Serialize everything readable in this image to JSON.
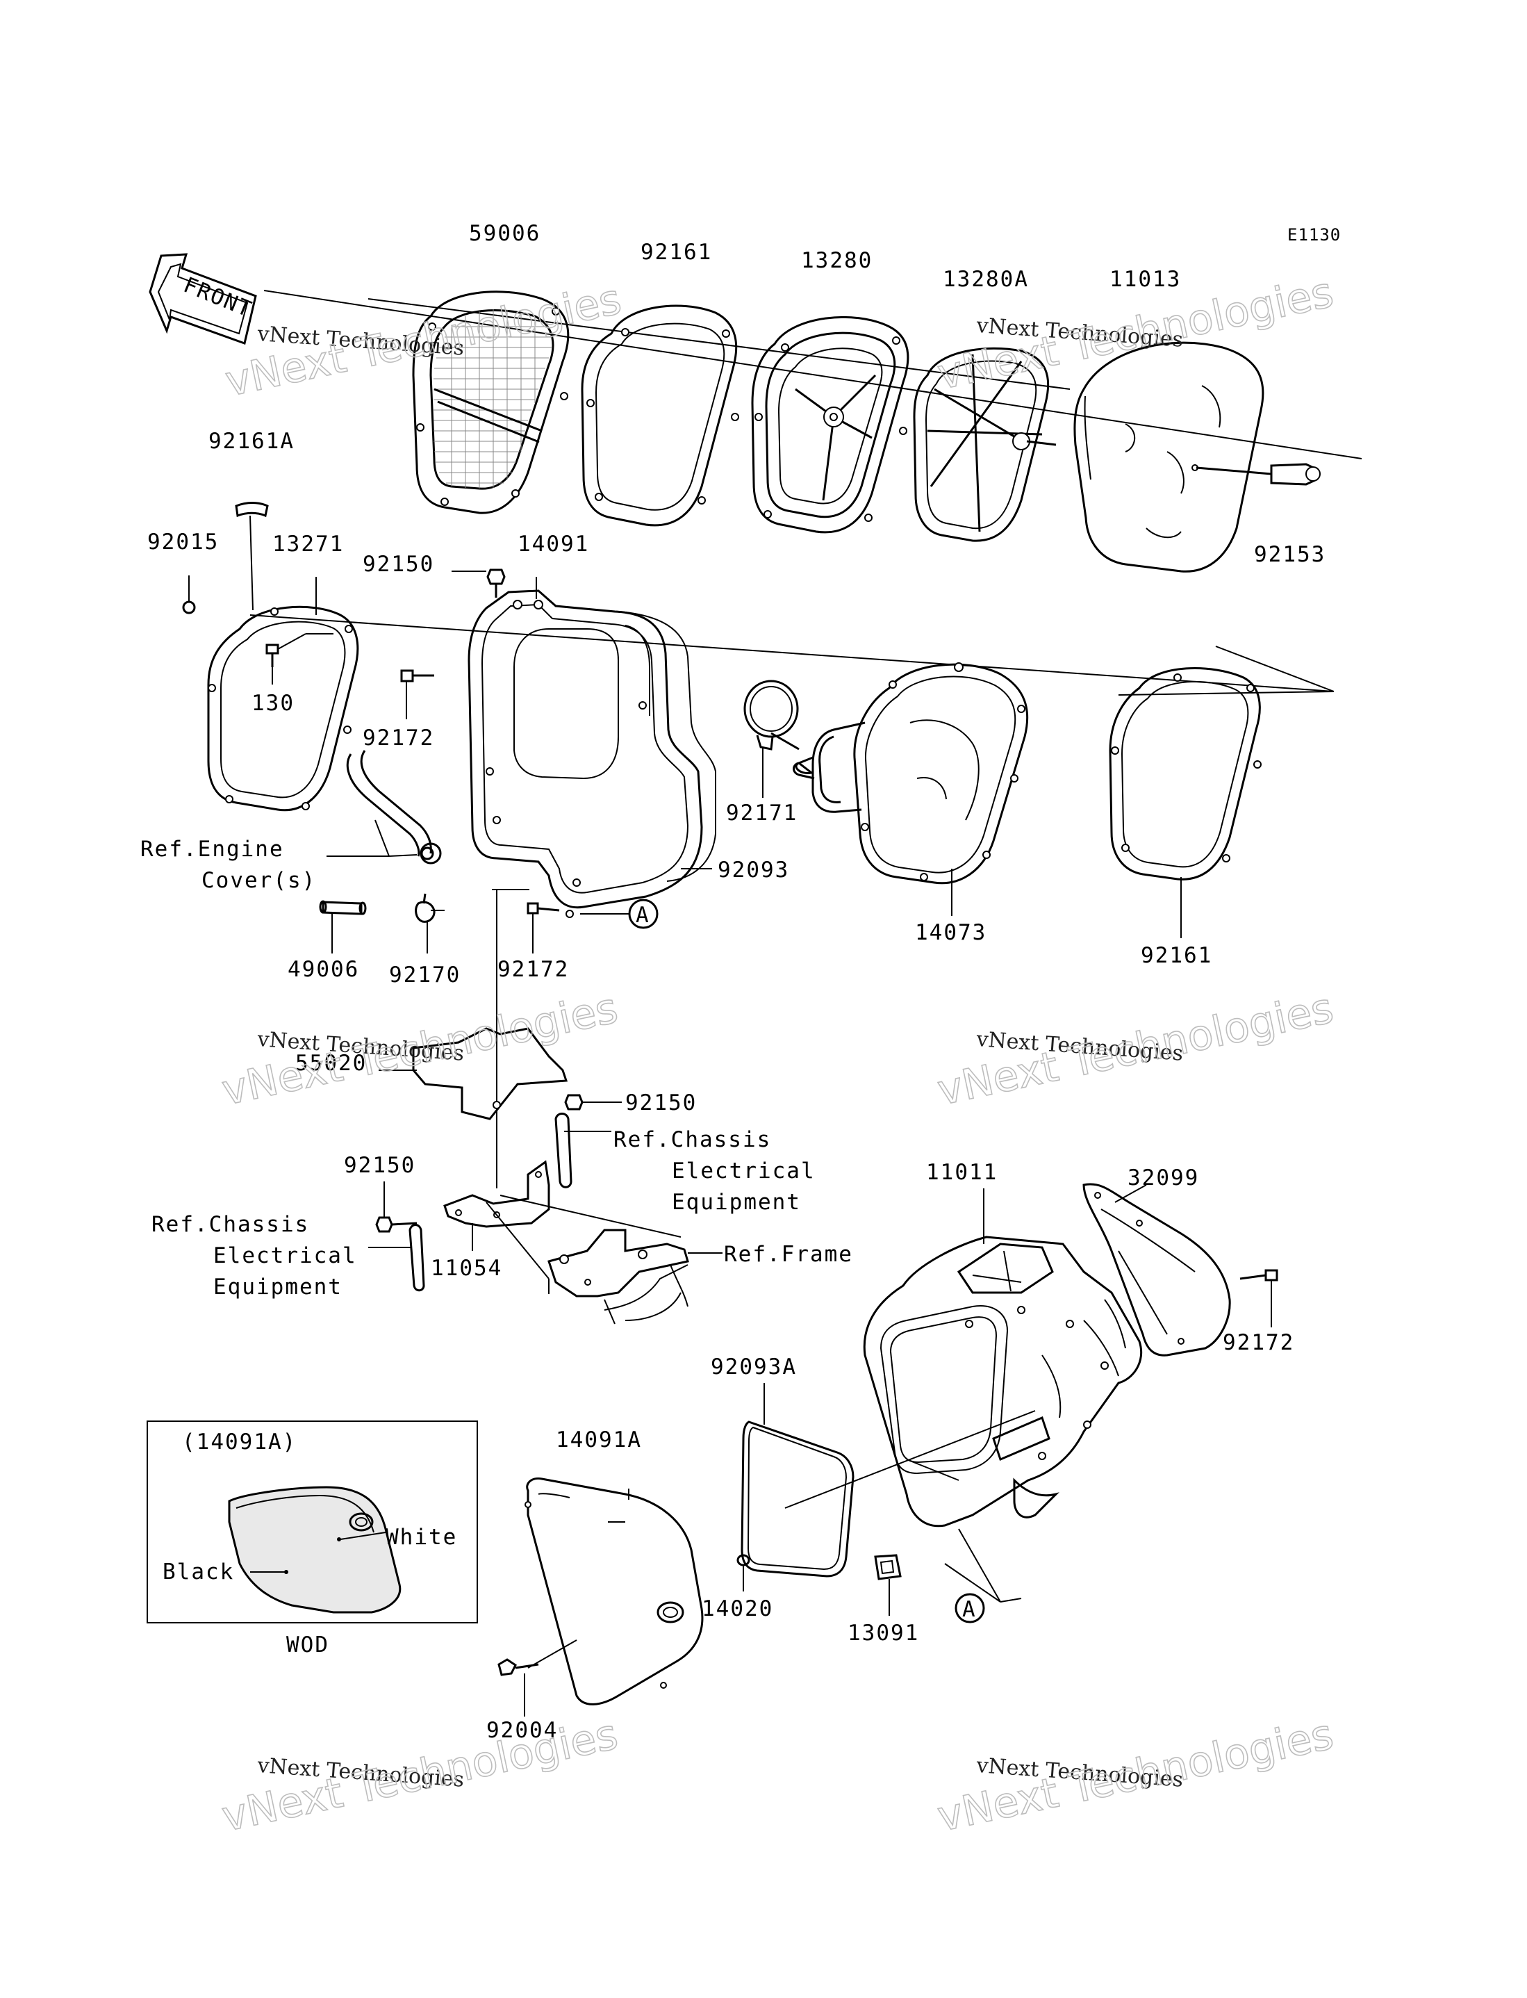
{
  "diagram_code": "E1130",
  "front_arrow_label": "FRONT",
  "parts": [
    {
      "id": "59006",
      "label": "59006"
    },
    {
      "id": "92161",
      "label": "92161"
    },
    {
      "id": "13280",
      "label": "13280"
    },
    {
      "id": "13280A",
      "label": "13280A"
    },
    {
      "id": "11013",
      "label": "11013"
    },
    {
      "id": "92153",
      "label": "92153"
    },
    {
      "id": "92161A",
      "label": "92161A"
    },
    {
      "id": "92015",
      "label": "92015"
    },
    {
      "id": "13271",
      "label": "13271"
    },
    {
      "id": "92150",
      "label": "92150"
    },
    {
      "id": "14091",
      "label": "14091"
    },
    {
      "id": "130",
      "label": "130"
    },
    {
      "id": "92172",
      "label": "92172"
    },
    {
      "id": "92171",
      "label": "92171"
    },
    {
      "id": "92093",
      "label": "92093"
    },
    {
      "id": "14073",
      "label": "14073"
    },
    {
      "id": "92161_b",
      "label": "92161"
    },
    {
      "id": "49006",
      "label": "49006"
    },
    {
      "id": "92170",
      "label": "92170"
    },
    {
      "id": "92172_b",
      "label": "92172"
    },
    {
      "id": "55020",
      "label": "55020"
    },
    {
      "id": "92150_b",
      "label": "92150"
    },
    {
      "id": "92150_c",
      "label": "92150"
    },
    {
      "id": "11054",
      "label": "11054"
    },
    {
      "id": "11011",
      "label": "11011"
    },
    {
      "id": "32099",
      "label": "32099"
    },
    {
      "id": "92172_c",
      "label": "92172"
    },
    {
      "id": "92093A",
      "label": "92093A"
    },
    {
      "id": "14091A",
      "label": "14091A"
    },
    {
      "id": "14020",
      "label": "14020"
    },
    {
      "id": "13091",
      "label": "13091"
    },
    {
      "id": "92004",
      "label": "92004"
    }
  ],
  "references": {
    "engine_cover": [
      "Ref.Engine",
      "Cover(s)"
    ],
    "chassis_1": [
      "Ref.Chassis",
      "Electrical",
      "Equipment"
    ],
    "chassis_2": [
      "Ref.Chassis",
      "Electrical",
      "Equipment"
    ],
    "frame": "Ref.Frame"
  },
  "callout_letter": "A",
  "inset": {
    "title": "(14091A)",
    "black_label": "Black",
    "white_label": "White",
    "caption": "WOD"
  },
  "watermarks": [
    {
      "top": "vNext Technologies",
      "big": "vNext Technologies"
    },
    {
      "top": "vNext Technologies",
      "big": "vNext Technologies"
    },
    {
      "top": "vNext Technologies",
      "big": "vNext Technologies"
    },
    {
      "top": "vNext Technologies",
      "big": "vNext Technologies"
    },
    {
      "top": "vNext Technologies",
      "big": "vNext Technologies"
    },
    {
      "top": "vNext Technologies",
      "big": "vNext Technologies"
    }
  ]
}
